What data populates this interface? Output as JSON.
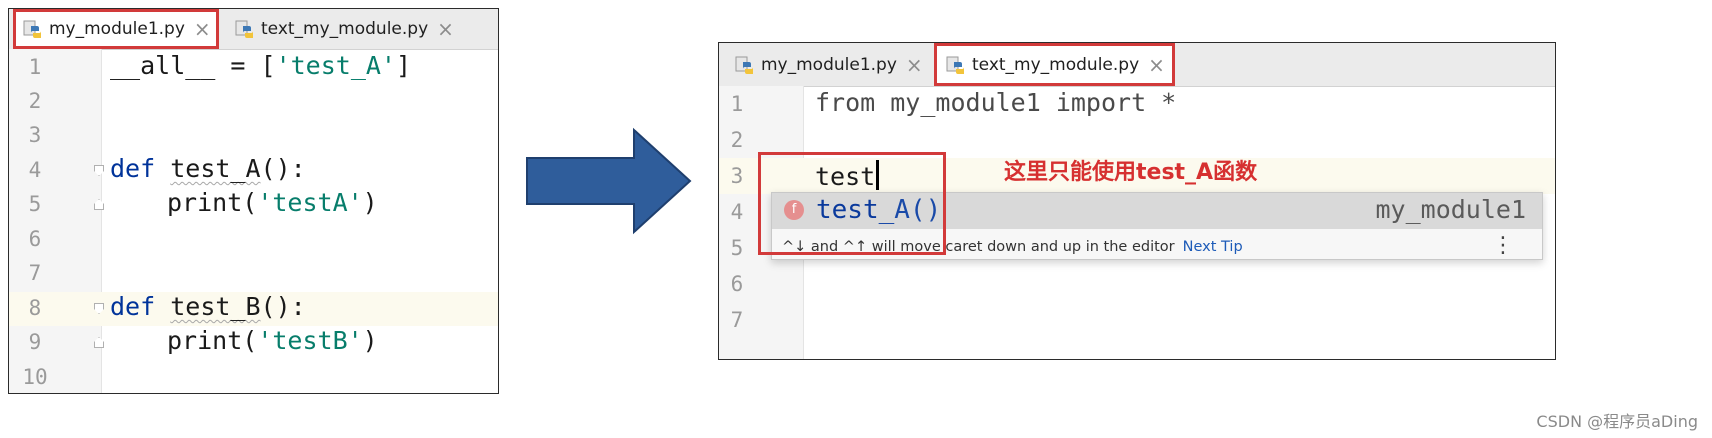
{
  "left_editor": {
    "tabs": [
      {
        "label": "my_module1.py"
      },
      {
        "label": "text_my_module.py"
      }
    ],
    "line_numbers": [
      "1",
      "2",
      "3",
      "4",
      "5",
      "6",
      "7",
      "8",
      "9",
      "10"
    ],
    "lines": {
      "l1_all": "__all__",
      "l1_eq": " = [",
      "l1_str": "'test_A'",
      "l1_close": "]",
      "l4_def": "def",
      "l4_name": "test_A",
      "l4_rest": "():",
      "l5_print": "print(",
      "l5_str": "'testA'",
      "l5_close": ")",
      "l8_def": "def",
      "l8_name": "test_B",
      "l8_rest": "():",
      "l9_print": "print(",
      "l9_str": "'testB'",
      "l9_close": ")"
    }
  },
  "right_editor": {
    "tabs": [
      {
        "label": "my_module1.py"
      },
      {
        "label": "text_my_module.py"
      }
    ],
    "line_numbers": [
      "1",
      "2",
      "3",
      "4",
      "5",
      "6",
      "7"
    ],
    "lines": {
      "l1": "from my_module1 import *",
      "l3": "test"
    },
    "completion": {
      "kind_icon": "f",
      "item_match": "test",
      "item_rest": "_A()",
      "source": "my_module1",
      "tip": "^↓ and ^↑ will move caret down and up in the editor",
      "tip_link": "Next Tip",
      "menu_icon": "⋮"
    },
    "annotation": "这里只能使用test_A函数"
  },
  "arrow_color": "#2f5d9b",
  "highlight_color": "#d23a3a",
  "watermark": "CSDN @程序员aDing"
}
